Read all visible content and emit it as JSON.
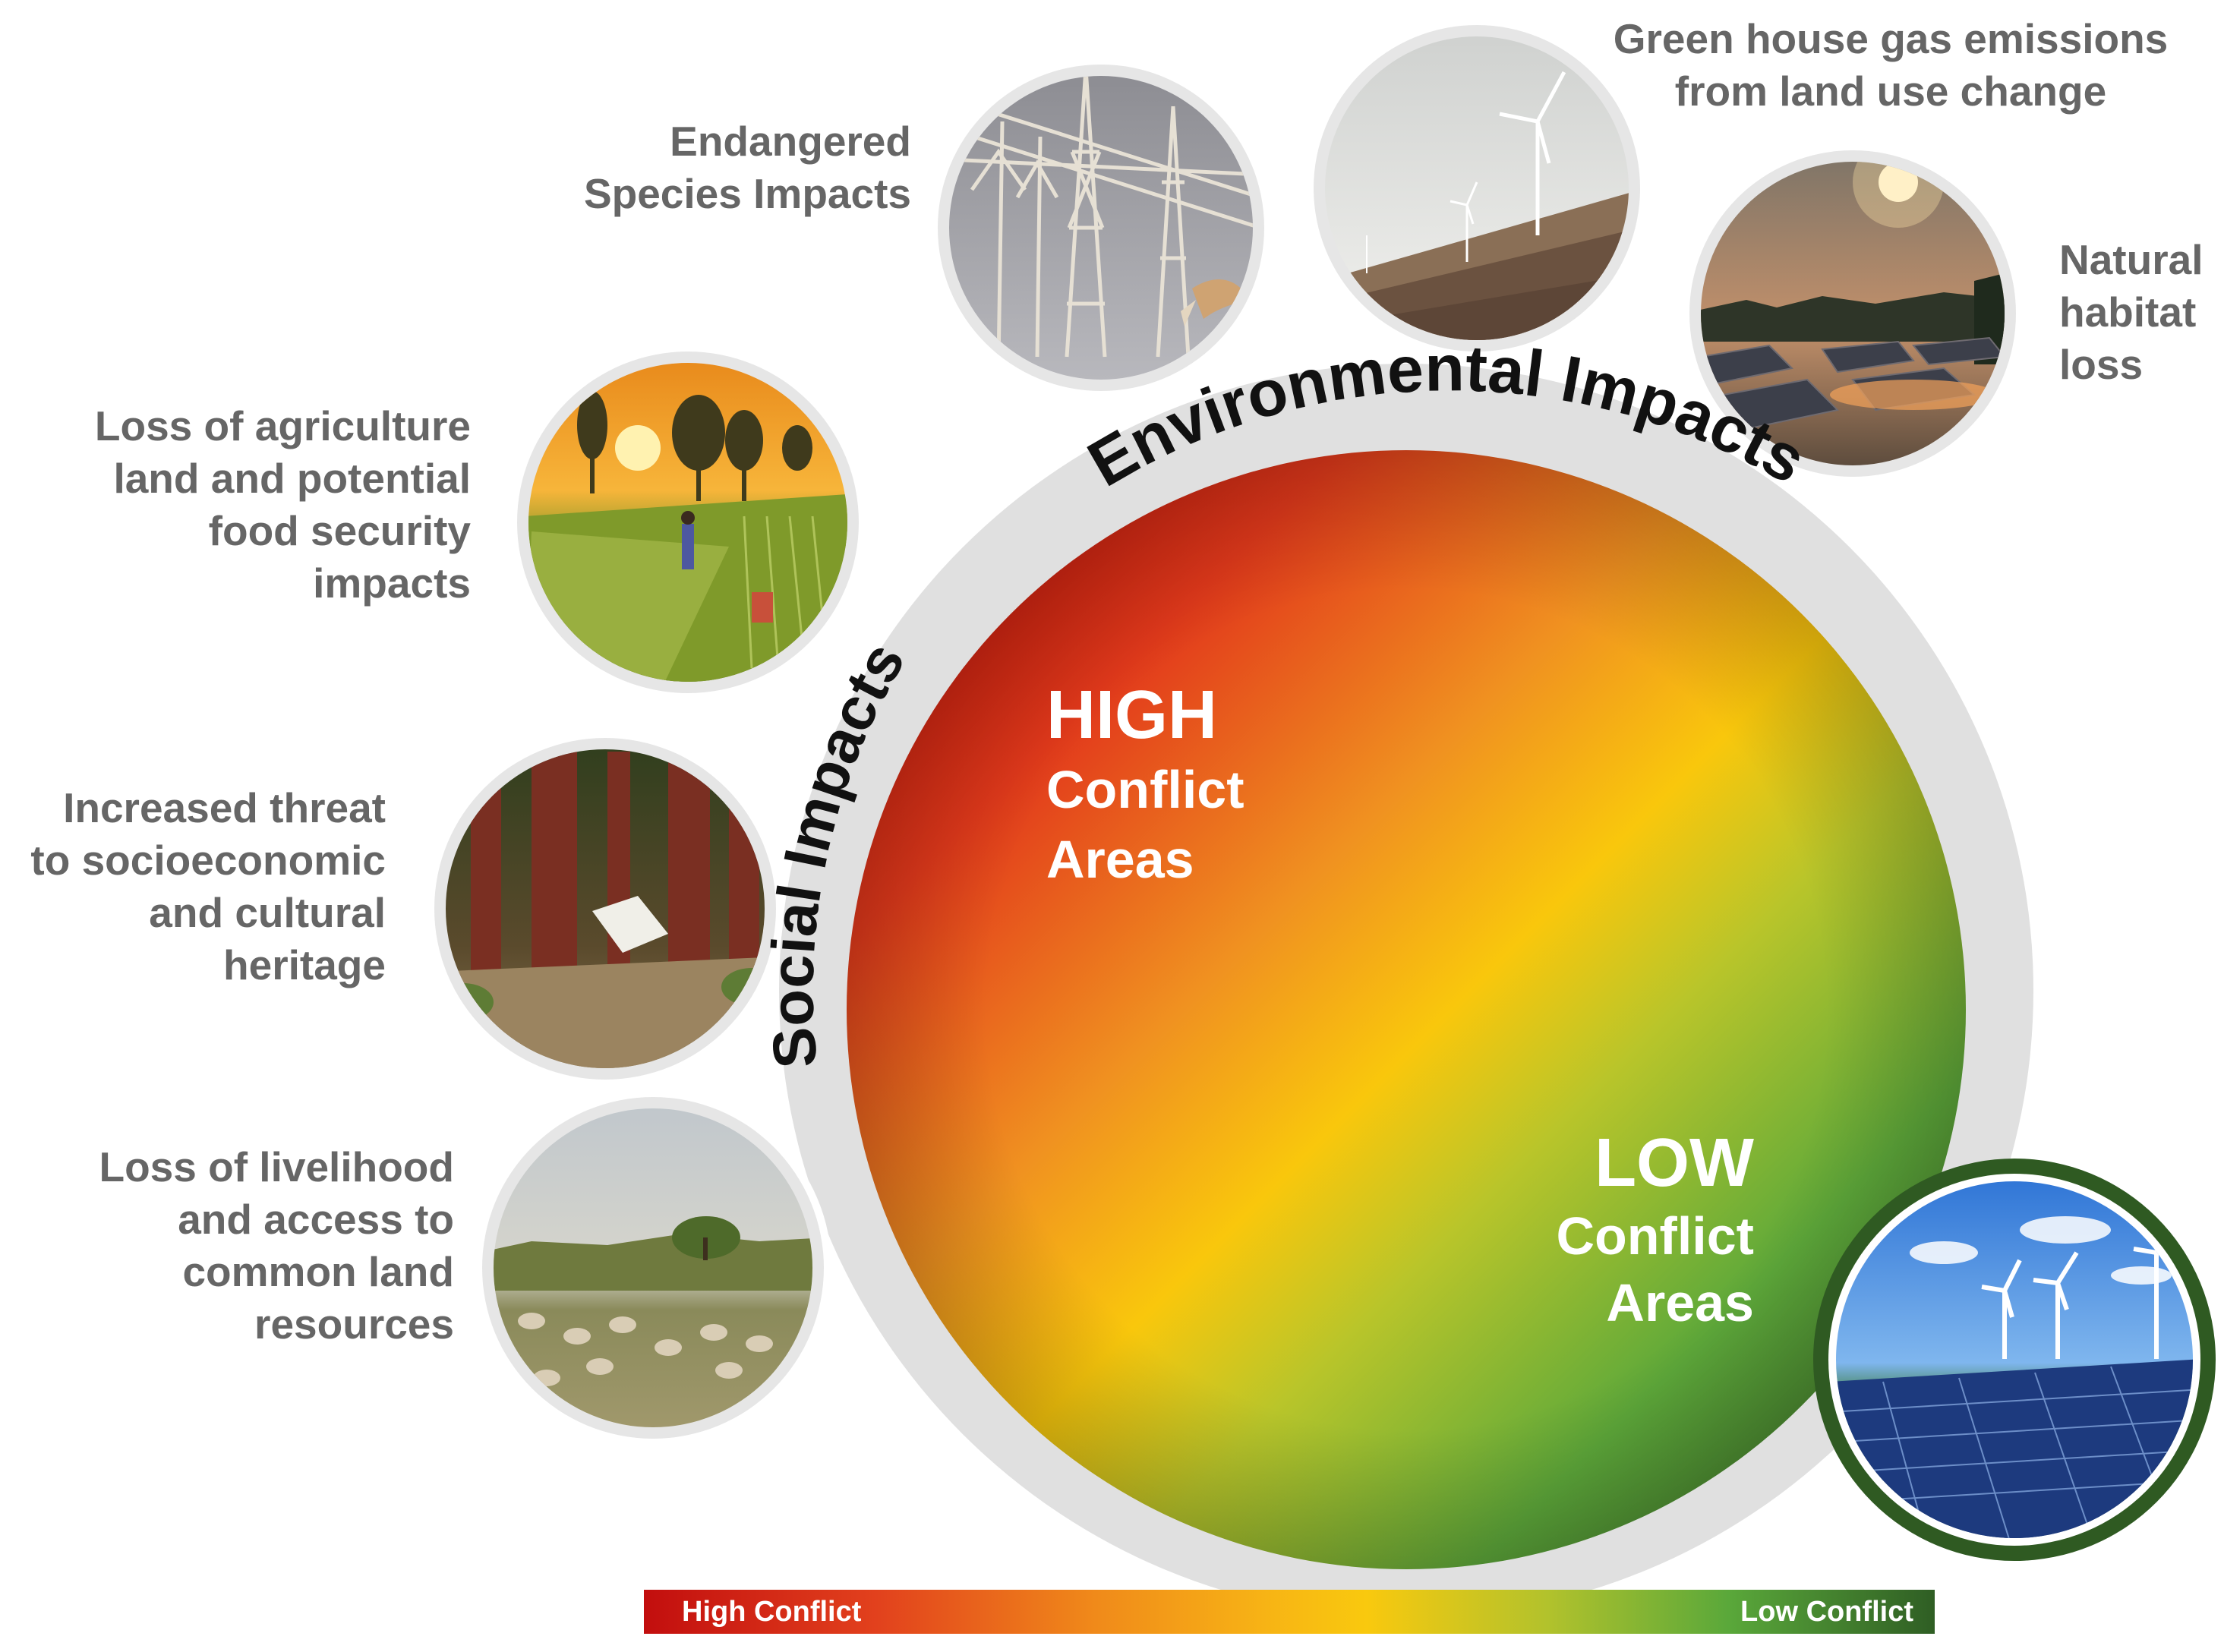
{
  "arc_titles": {
    "environmental": "Environmental Impacts",
    "social": "Social Impacts"
  },
  "center": {
    "high_word": "HIGH",
    "high_line2": "Conflict",
    "high_line3": "Areas",
    "low_word": "LOW",
    "low_line2": "Conflict",
    "low_line3": "Areas"
  },
  "impacts": {
    "endangered": [
      "Endangered",
      "Species Impacts"
    ],
    "ghg": [
      "Green house gas emissions",
      "from land use change"
    ],
    "habitat": [
      "Natural",
      "habitat",
      "loss"
    ],
    "agriculture": [
      "Loss of agriculture",
      "land and potential",
      "food security",
      "impacts"
    ],
    "heritage": [
      "Increased threat",
      "to socioeconomic",
      "and cultural",
      "heritage"
    ],
    "livelihood": [
      "Loss of livelihood",
      "and access to",
      "common land",
      "resources"
    ]
  },
  "legend": {
    "left_label": "High Conflict",
    "right_label": "Low Conflict"
  },
  "colors": {
    "high": "#c40d0d",
    "mid": "#f9c90e",
    "low": "#2f5e24",
    "halo": "#e0e0e0",
    "label_gray": "#666666"
  }
}
